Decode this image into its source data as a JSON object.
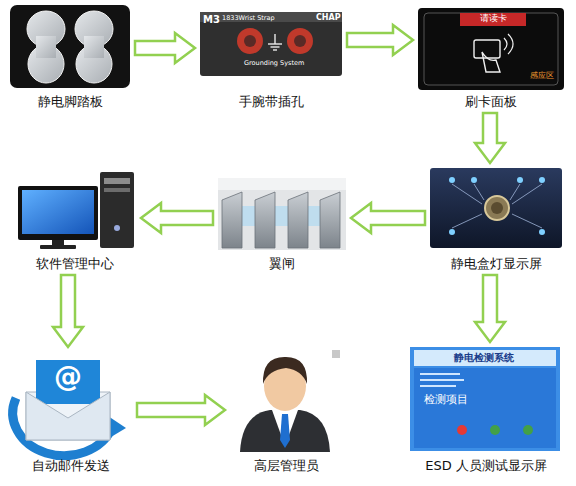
{
  "diagram": {
    "nodes": [
      {
        "text": [
          "静电脚踏板"
        ]
      },
      {
        "text": [
          "手腕带插孔"
        ]
      },
      {
        "text": [
          "刷卡面板"
        ]
      },
      {
        "text": [
          "静电盒灯显示屏"
        ]
      },
      {
        "text": [
          "翼闸"
        ]
      },
      {
        "text": [
          "软件管理中心"
        ]
      },
      {
        "text": [
          "自动邮件发送"
        ]
      },
      {
        "text": [
          "高层管理员"
        ]
      },
      {
        "text": [
          "ESD 人员测试显示屏"
        ]
      }
    ],
    "edges": [
      {
        "from": 0,
        "to": 1,
        "arrow": "to"
      },
      {
        "from": 1,
        "to": 2,
        "arrow": "to"
      },
      {
        "from": 2,
        "to": 3,
        "arrow": "to"
      },
      {
        "from": 3,
        "to": 4,
        "arrow": "to"
      },
      {
        "from": 3,
        "to": 8,
        "arrow": "to"
      },
      {
        "from": 4,
        "to": 5,
        "arrow": "to"
      },
      {
        "from": 5,
        "to": 6,
        "arrow": "to"
      },
      {
        "from": 6,
        "to": 7,
        "arrow": "to"
      }
    ],
    "labels": [
      "M3",
      "1833Wrist Strap",
      "CHAP",
      "Grounding System",
      "请读卡",
      "感应区",
      "@",
      "静电检测系统",
      "检测项目"
    ]
  }
}
